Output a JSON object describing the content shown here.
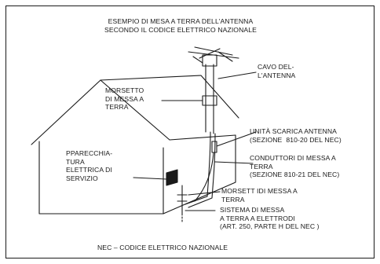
{
  "title": "ESEMPIO DI MESA A TERRA DELL'ANTENNA\nSECONDO IL CODICE ELETTRICO NAZIONALE",
  "labels": {
    "antenna_cable": "CAVO DEL-\nL'ANTENNA",
    "ground_clamp": "MORSETTO\nDI MESSA A\nTERRA",
    "discharge_unit": "UNITÀ SCARICA ANTENNA\n(SEZIONE  810-20 DEL NEC)",
    "service_equipment": "PPARECCHIA-\nTURA\nELETTRICA DI\nSERVIZIO",
    "grounding_conductors": "CONDUTTORI DI MESSA A\nTERRA\n(SEZIONE 810-21 DEL NEC)",
    "ground_clamps": "MORSETT IDI MESSA A\nTERRA",
    "electrode_system": "SISTEMA DI MESSA\nA TERRA A ELETTRODI\n(ART. 250, PARTE H DEL NEC )"
  },
  "footer": "NEC – CODICE ELETTRICO NAZIONALE"
}
